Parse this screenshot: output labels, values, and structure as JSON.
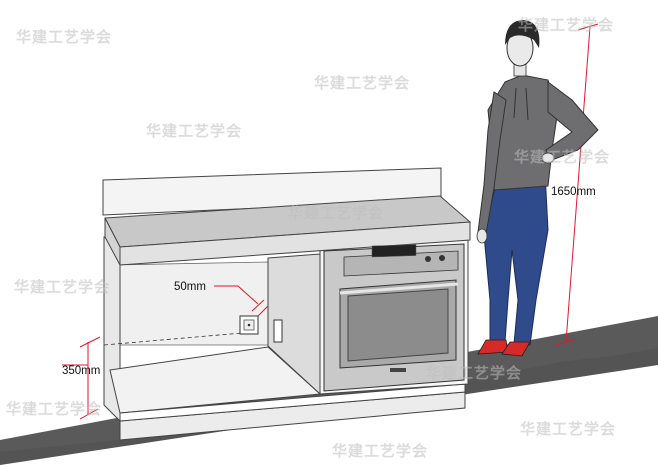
{
  "watermark": "华建工艺学会",
  "dimensions": {
    "socket_offset": "50mm",
    "socket_height": "350mm",
    "person_height": "1650mm"
  },
  "colors": {
    "dimension_line": "#e0192b",
    "floor": "#5a5a5a",
    "oven_body": "#c9c9c9",
    "jeans": "#2f4b8c",
    "hoodie": "#6e6e70",
    "shoes": "#d62a2a"
  }
}
